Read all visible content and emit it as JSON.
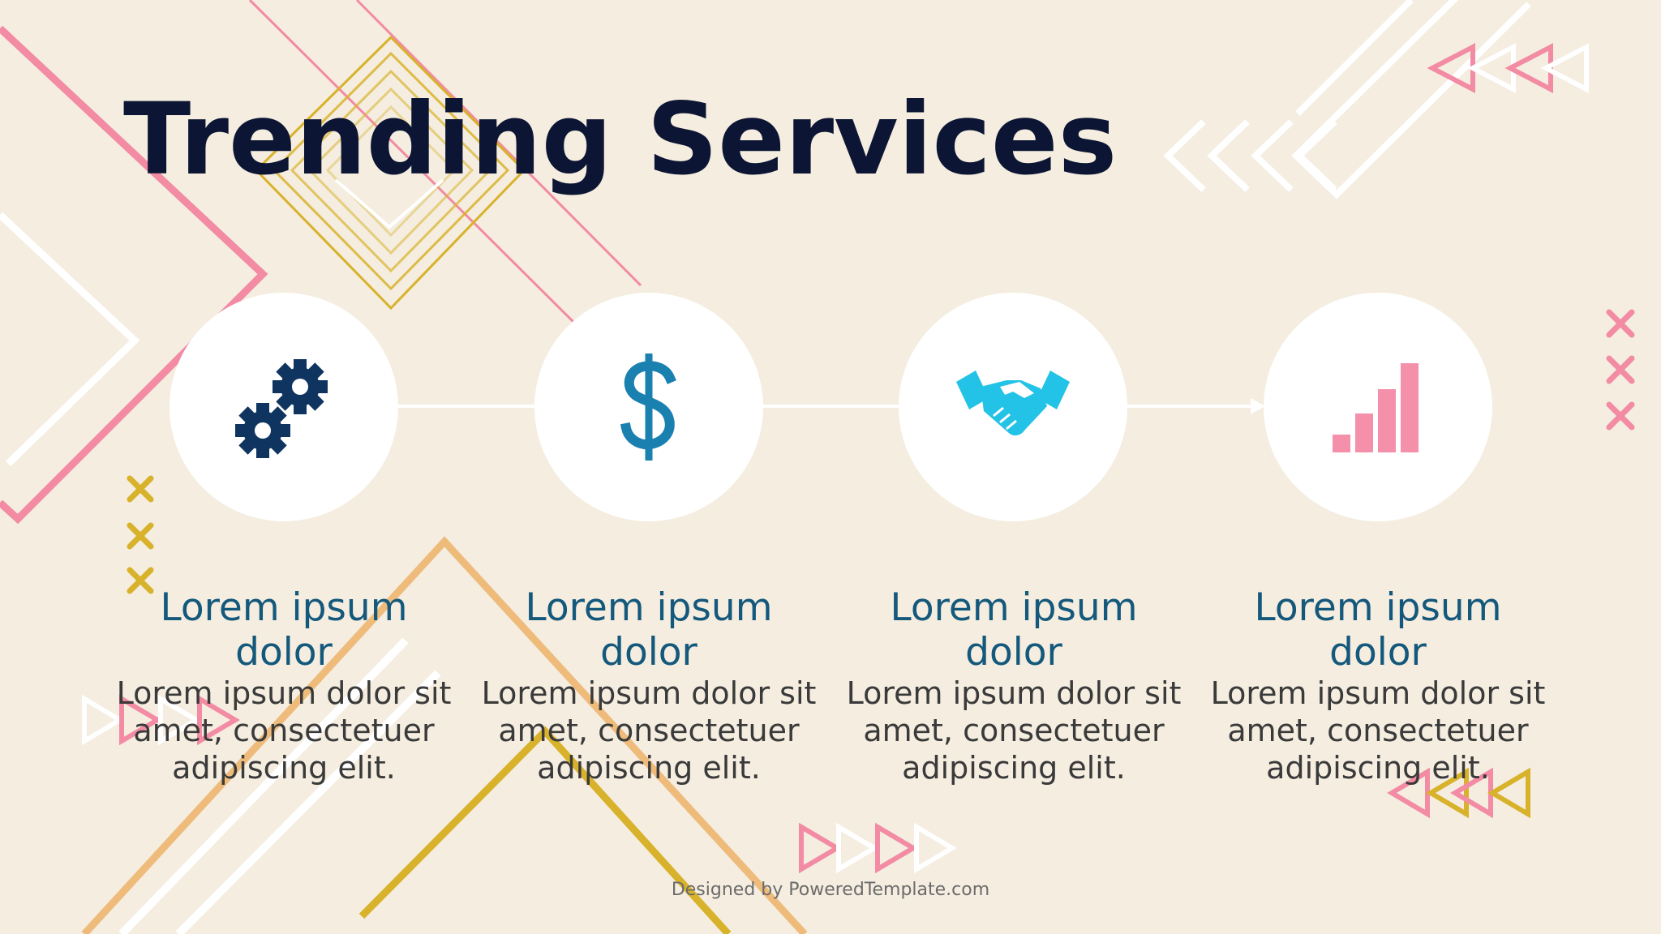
{
  "slide": {
    "title": "Trending Services",
    "credit": "Designed by PoweredTemplate.com"
  },
  "services": [
    {
      "icon": "gears-icon",
      "heading": "Lorem ipsum dolor",
      "body": "Lorem ipsum dolor sit amet, consectetuer adipiscing elit."
    },
    {
      "icon": "dollar-sign-icon",
      "heading": "Lorem ipsum dolor",
      "body": "Lorem ipsum dolor sit amet, consectetuer adipiscing elit."
    },
    {
      "icon": "handshake-icon",
      "heading": "Lorem ipsum dolor",
      "body": "Lorem ipsum dolor sit amet, consectetuer adipiscing elit."
    },
    {
      "icon": "bar-chart-icon",
      "heading": "Lorem ipsum dolor",
      "body": "Lorem ipsum dolor sit amet, consectetuer adipiscing elit."
    }
  ],
  "colors": {
    "background": "#f4ede0",
    "title": "#0c1533",
    "heading": "#14587c",
    "body": "#3a3a3a",
    "pink": "#f28ba3",
    "gold": "#d8b22a",
    "orange": "#eebb7a",
    "navy": "#0f3460",
    "blue": "#1a80b0",
    "cyan": "#22c3e6"
  }
}
